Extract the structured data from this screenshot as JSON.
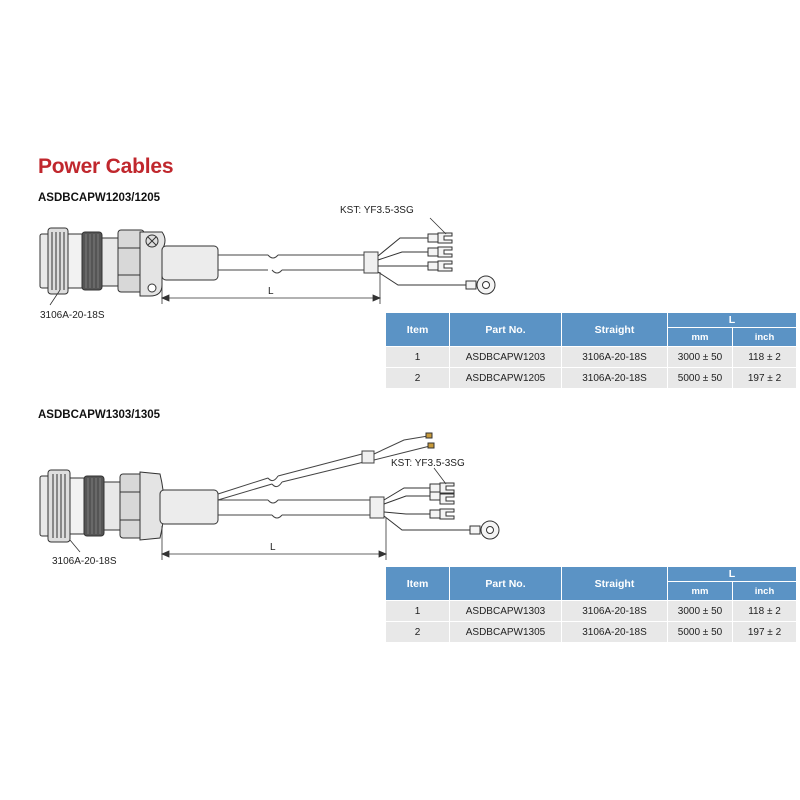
{
  "page": {
    "title": "Power Cables"
  },
  "sections": [
    {
      "model": "ASDBCAPW1203/1205",
      "kst_label": "KST: YF3.5-3SG",
      "connector_label": "3106A-20-18S",
      "length_label": "L",
      "table": {
        "headers": {
          "item": "Item",
          "part_no": "Part No.",
          "straight": "Straight",
          "l": "L",
          "mm": "mm",
          "inch": "inch"
        },
        "rows": [
          {
            "item": "1",
            "part_no": "ASDBCAPW1203",
            "straight": "3106A-20-18S",
            "mm": "3000 ± 50",
            "inch": "118 ± 2"
          },
          {
            "item": "2",
            "part_no": "ASDBCAPW1205",
            "straight": "3106A-20-18S",
            "mm": "5000 ± 50",
            "inch": "197 ± 2"
          }
        ]
      }
    },
    {
      "model": "ASDBCAPW1303/1305",
      "kst_label": "KST: YF3.5-3SG",
      "connector_label": "3106A-20-18S",
      "length_label": "L",
      "table": {
        "headers": {
          "item": "Item",
          "part_no": "Part No.",
          "straight": "Straight",
          "l": "L",
          "mm": "mm",
          "inch": "inch"
        },
        "rows": [
          {
            "item": "1",
            "part_no": "ASDBCAPW1303",
            "straight": "3106A-20-18S",
            "mm": "3000 ± 50",
            "inch": "118 ± 2"
          },
          {
            "item": "2",
            "part_no": "ASDBCAPW1305",
            "straight": "3106A-20-18S",
            "mm": "5000 ± 50",
            "inch": "197 ± 2"
          }
        ]
      }
    }
  ]
}
